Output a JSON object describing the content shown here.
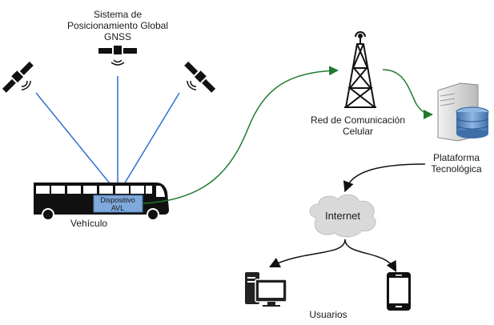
{
  "gnss": {
    "line1": "Sistema de",
    "line2": "Posicionamiento Global",
    "line3": "GNSS"
  },
  "vehicle": {
    "label": "Vehículo",
    "device_line1": "Dispositivo",
    "device_line2": "AVL"
  },
  "cell_network": {
    "line1": "Red de Comunicación",
    "line2": "Celular"
  },
  "platform": {
    "line1": "Plataforma",
    "line2": "Tecnológica"
  },
  "internet": {
    "label": "Internet"
  },
  "users": {
    "label": "Usuarios"
  },
  "colors": {
    "satellite_link": "#2f6fd0",
    "cellular_link": "#1f7a2e",
    "data_flow": "#111111",
    "device": "#7fa9dc",
    "cloud": "#d9d9d9"
  }
}
